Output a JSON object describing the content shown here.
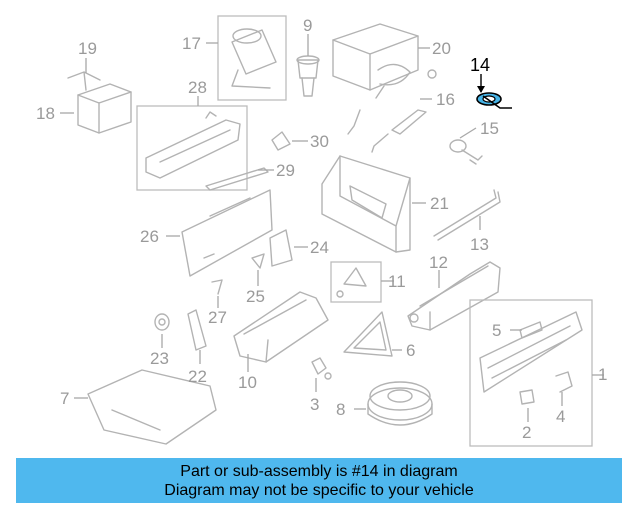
{
  "diagram": {
    "highlighted_part": "14",
    "highlight_color": "#000000",
    "highlight_fill": "#46b3e6",
    "part_color": "#b3b3b3",
    "callouts": [
      "1",
      "2",
      "3",
      "4",
      "5",
      "6",
      "7",
      "8",
      "9",
      "10",
      "11",
      "12",
      "13",
      "14",
      "15",
      "16",
      "17",
      "18",
      "19",
      "20",
      "21",
      "22",
      "23",
      "24",
      "25",
      "26",
      "27",
      "28",
      "29",
      "30"
    ]
  },
  "banner": {
    "line1": "Part or sub-assembly is #14 in diagram",
    "line2": "Diagram may not be specific to your vehicle",
    "background": "#4fb8ee"
  }
}
